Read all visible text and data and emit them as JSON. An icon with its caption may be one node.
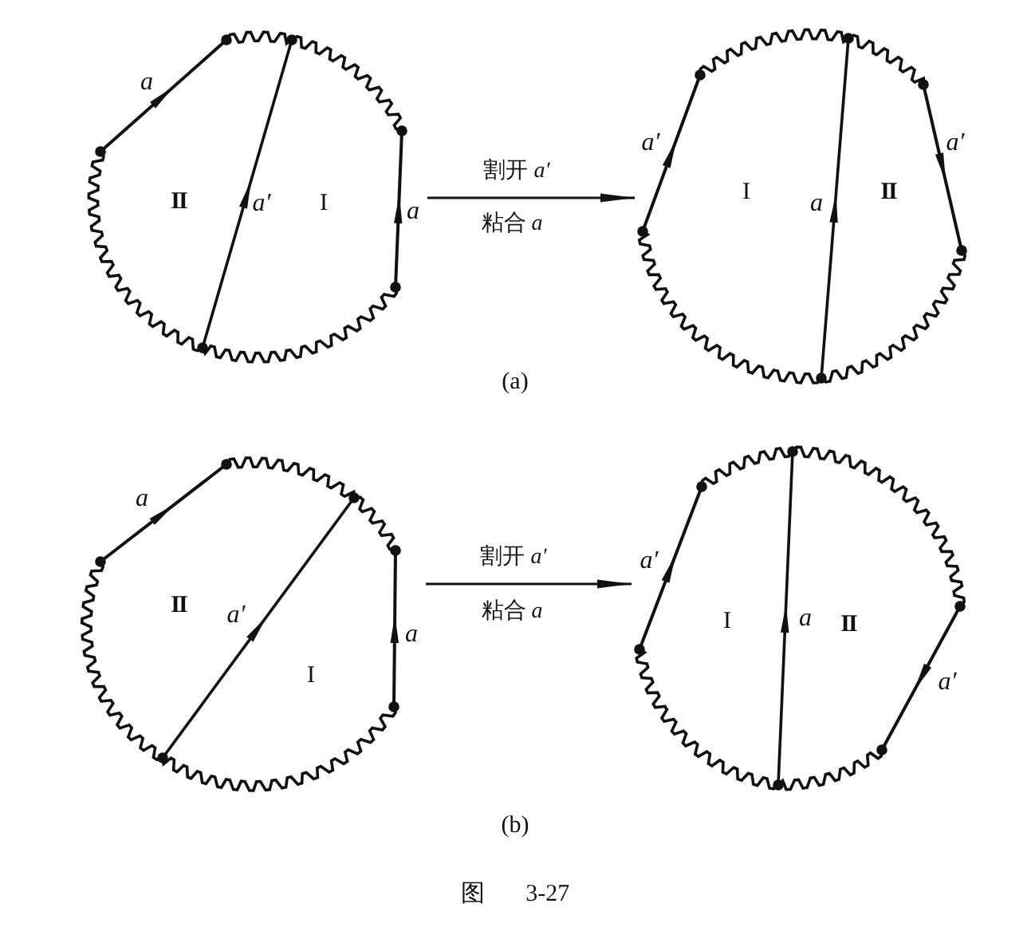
{
  "diagram": {
    "caption": "图 3-27",
    "nodes": [
      {
        "text": [
          "a",
          "II",
          "a′",
          "I",
          "a"
        ]
      },
      {
        "text": [
          "a′",
          "a′",
          "I",
          "a",
          "II"
        ]
      },
      {
        "text": [
          "a",
          "II",
          "a′",
          "a",
          "I"
        ]
      },
      {
        "text": [
          "a′",
          "I",
          "a",
          "II",
          "a′"
        ]
      }
    ],
    "edges": [
      {
        "from": 0,
        "to": 1,
        "arrow": "to",
        "label": "割开 *a′*"
      },
      {
        "from": 2,
        "to": 3,
        "arrow": "to",
        "label": "割开 *a′*"
      }
    ],
    "labels": [
      "粘合 *a*",
      "(a)",
      "粘合 *a*",
      "(b)"
    ]
  }
}
